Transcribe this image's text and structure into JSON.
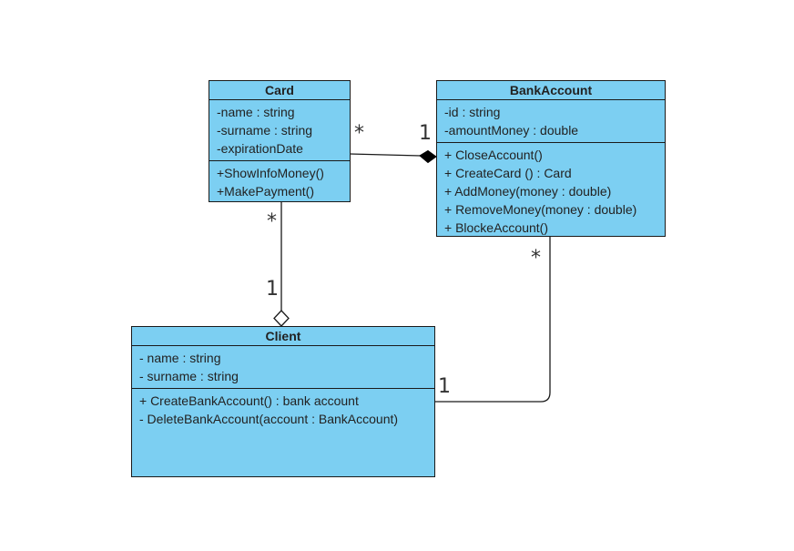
{
  "diagram": {
    "colors": {
      "class_fill": "#7ccff2",
      "stroke": "#1a1a1a",
      "text": "#222222"
    },
    "classes": {
      "card": {
        "name": "Card",
        "attributes": [
          "-name : string",
          "-surname : string",
          "-expirationDate"
        ],
        "operations": [
          "+ShowInfoMoney()",
          "+MakePayment()"
        ]
      },
      "bank_account": {
        "name": "BankAccount",
        "attributes": [
          "-id : string",
          "-amountMoney : double"
        ],
        "operations": [
          "+ CloseAccount()",
          "+ CreateCard () : Card",
          "+ AddMoney(money : double)",
          "+ RemoveMoney(money : double)",
          "+ BlockeAccount()"
        ]
      },
      "client": {
        "name": "Client",
        "attributes": [
          "- name : string",
          "- surname : string"
        ],
        "operations": [
          "+ CreateBankAccount() : bank account",
          "- DeleteBankAccount(account : BankAccount)"
        ]
      }
    },
    "relationships": {
      "card_bank_composition": {
        "kind": "composition",
        "mult_card": "*",
        "mult_bank": "1"
      },
      "card_client_aggregation": {
        "kind": "aggregation",
        "mult_card": "*",
        "mult_client": "1"
      },
      "bank_client_association": {
        "kind": "association",
        "mult_bank": "*",
        "mult_client": "1"
      }
    }
  }
}
